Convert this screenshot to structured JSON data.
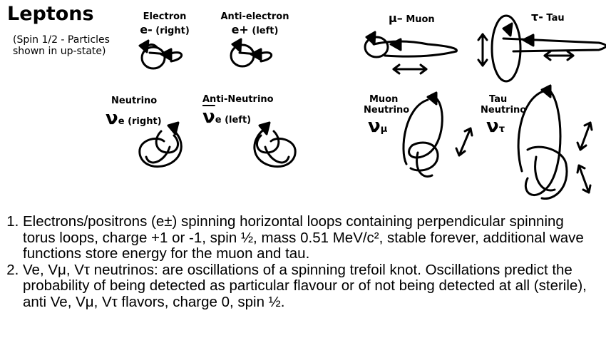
{
  "title": "Leptons",
  "subtitle": "(Spin 1/2 - Particles\nshown in up-state)",
  "electron": {
    "name": "Electron",
    "symbol": "e-",
    "direction": "(right)"
  },
  "antielectron": {
    "name": "Anti-electron",
    "symbol": "e+",
    "direction": "(left)"
  },
  "muon": {
    "symbol": "μ–",
    "name": "Muon"
  },
  "tau": {
    "symbol": "τ-",
    "name": "Tau"
  },
  "neutrino": {
    "name": "Neutrino",
    "symbol": "ν",
    "sub": "e",
    "direction": "(right)"
  },
  "antineutrino": {
    "name": "Anti-Neutrino",
    "symbol": "ν",
    "sub": "e",
    "direction": "(left)"
  },
  "muon_neutrino": {
    "name_line1": "Muon",
    "name_line2": "Neutrino",
    "symbol": "ν",
    "sub": "μ"
  },
  "tau_neutrino": {
    "name_line1": "Tau",
    "name_line2": "Neutrino",
    "symbol": "ν",
    "sub": "τ"
  },
  "notes": [
    "Electrons/positrons (e±) spinning horizontal loops containing perpendicular spinning torus loops, charge +1 or -1, spin ½, mass 0.51 MeV/c², stable forever, additional wave functions store energy for the muon and tau.",
    "Ve, Vμ, Vτ neutrinos: are oscillations of a spinning trefoil knot. Oscillations predict the probability of being detected as particular flavour or of not being detected at all (sterile), anti Ve, Vμ, Vτ flavors, charge 0, spin ½."
  ]
}
